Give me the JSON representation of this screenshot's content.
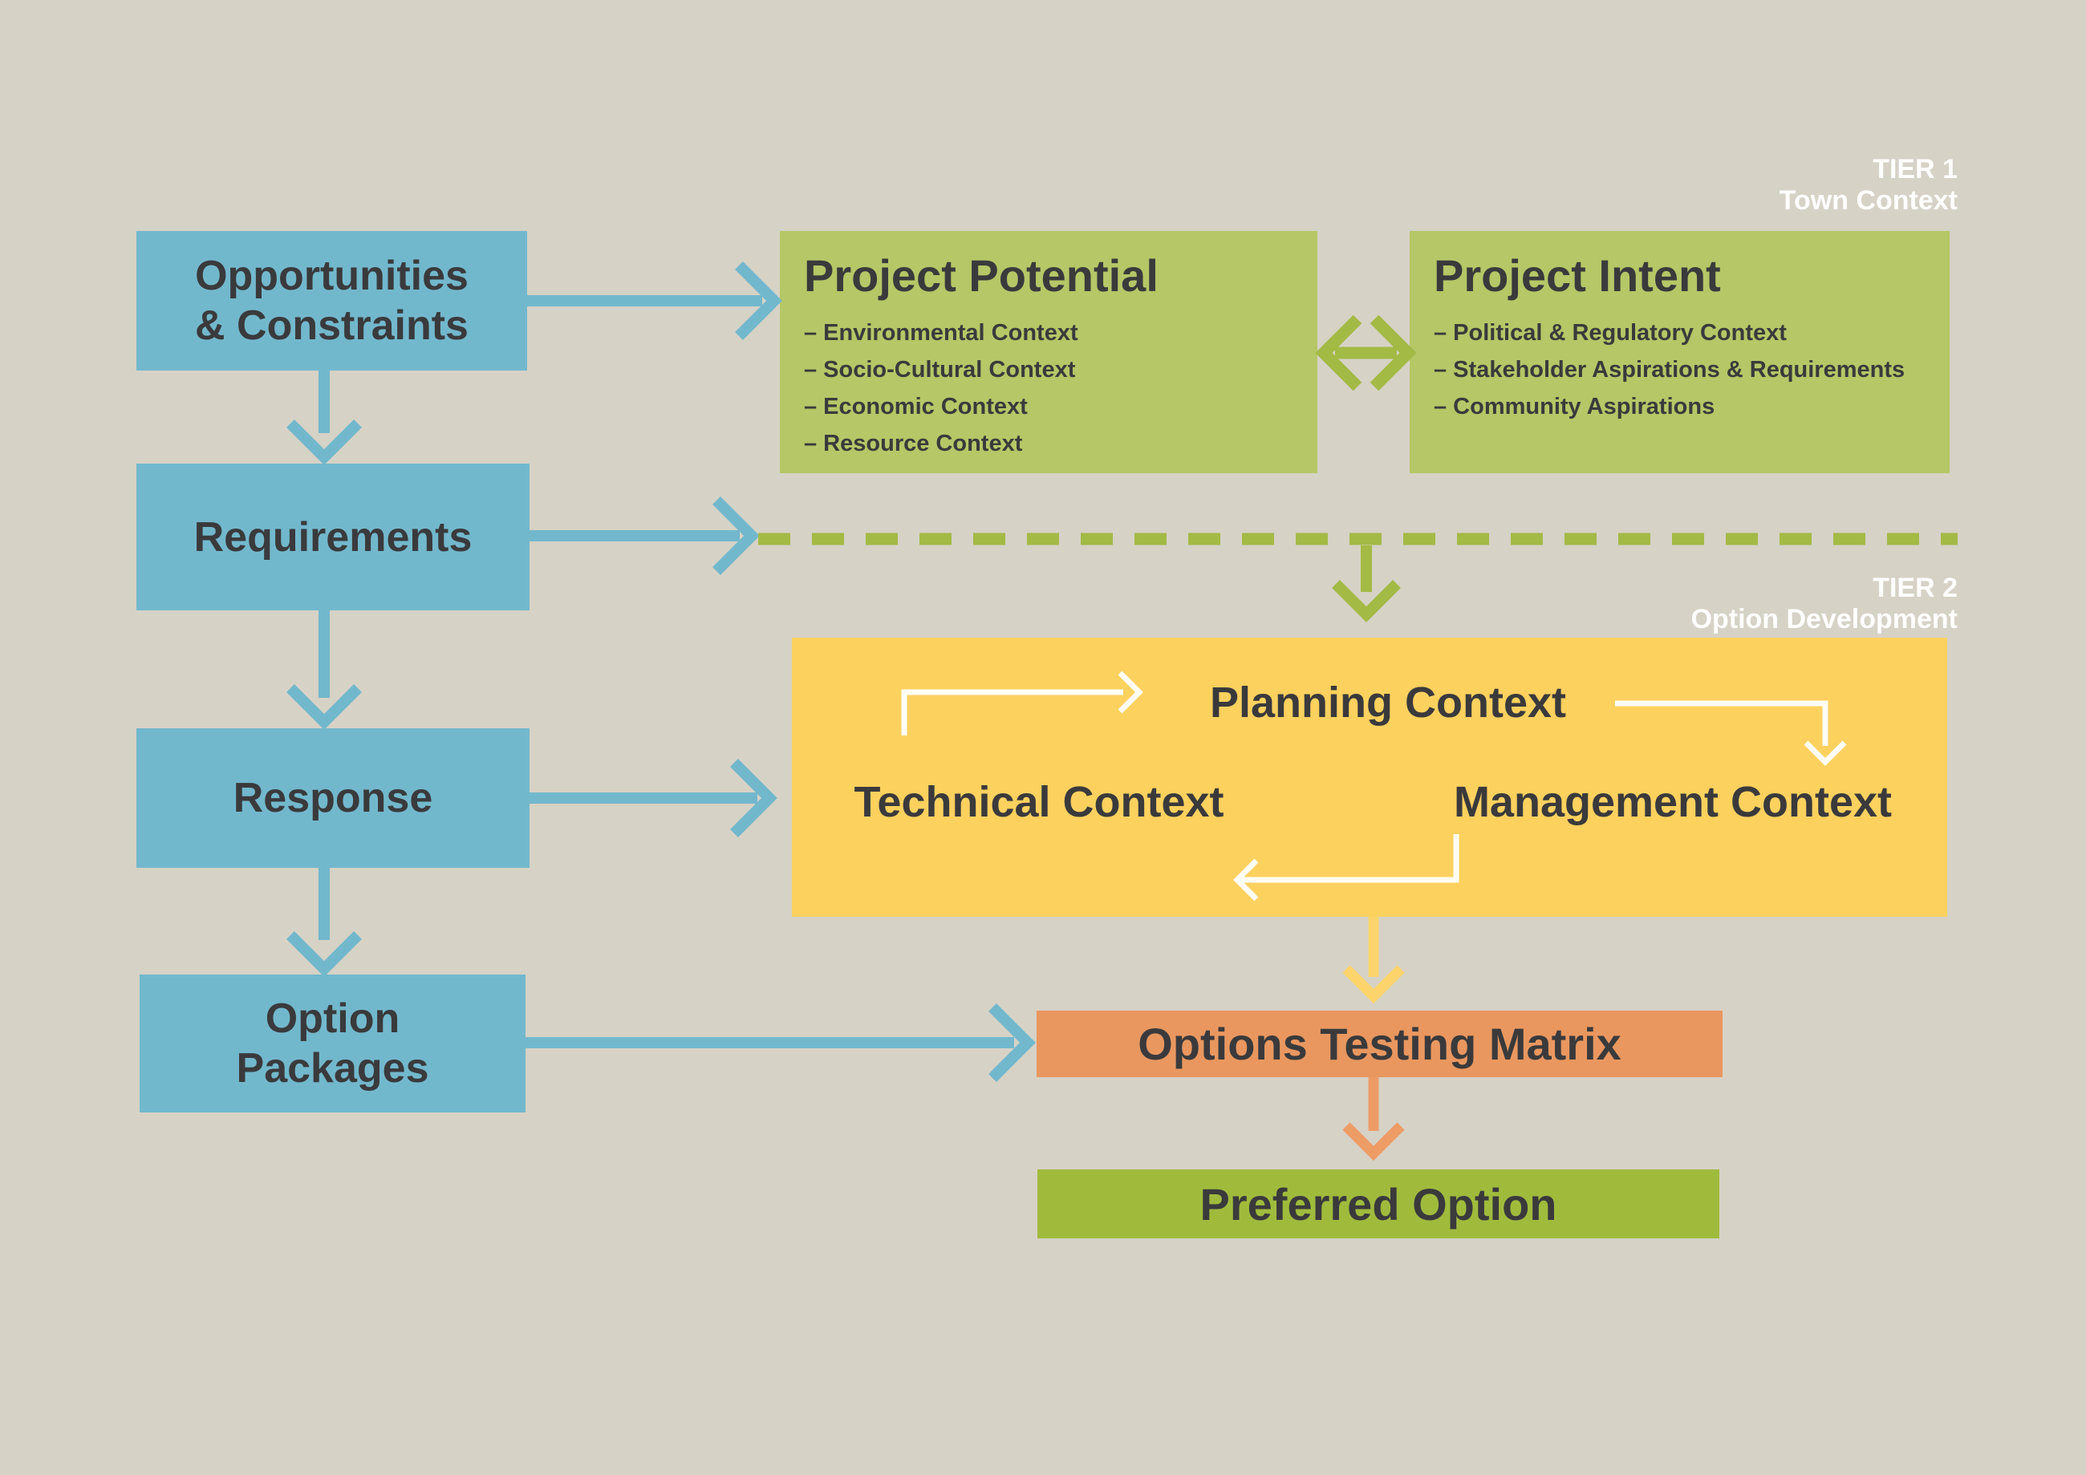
{
  "colors": {
    "background": "#d6d2c6",
    "blue": "#72b8cd",
    "tier1_green": "#b5c766",
    "olive_arrow": "#a3ba45",
    "yellow": "#fdd15e",
    "yellow_arrow": "#fcd46b",
    "orange": "#e9975f",
    "orange_arrow": "#ee9c66",
    "preferred_green": "#a0bb3c",
    "dark_text": "#3a3a3c",
    "white": "#ffffff"
  },
  "tier1": {
    "line1": "TIER 1",
    "line2": "Town Context"
  },
  "tier2": {
    "line1": "TIER 2",
    "line2": "Option Development"
  },
  "flow": {
    "opportunities_constraints": {
      "line1": "Opportunities",
      "line2": "& Constraints"
    },
    "requirements": "Requirements",
    "response": "Response",
    "option_packages": {
      "line1": "Option",
      "line2": "Packages"
    }
  },
  "project_potential": {
    "title": "Project Potential",
    "bullets": [
      "– Environmental Context",
      "– Socio-Cultural Context",
      "– Economic Context",
      "– Resource Context"
    ]
  },
  "project_intent": {
    "title": "Project Intent",
    "bullets": [
      "– Political & Regulatory Context",
      "– Stakeholder Aspirations & Requirements",
      "– Community Aspirations"
    ]
  },
  "planning_cycle": {
    "planning": "Planning Context",
    "technical": "Technical Context",
    "management": "Management Context"
  },
  "options_testing_matrix": "Options Testing Matrix",
  "preferred_option": "Preferred Option"
}
